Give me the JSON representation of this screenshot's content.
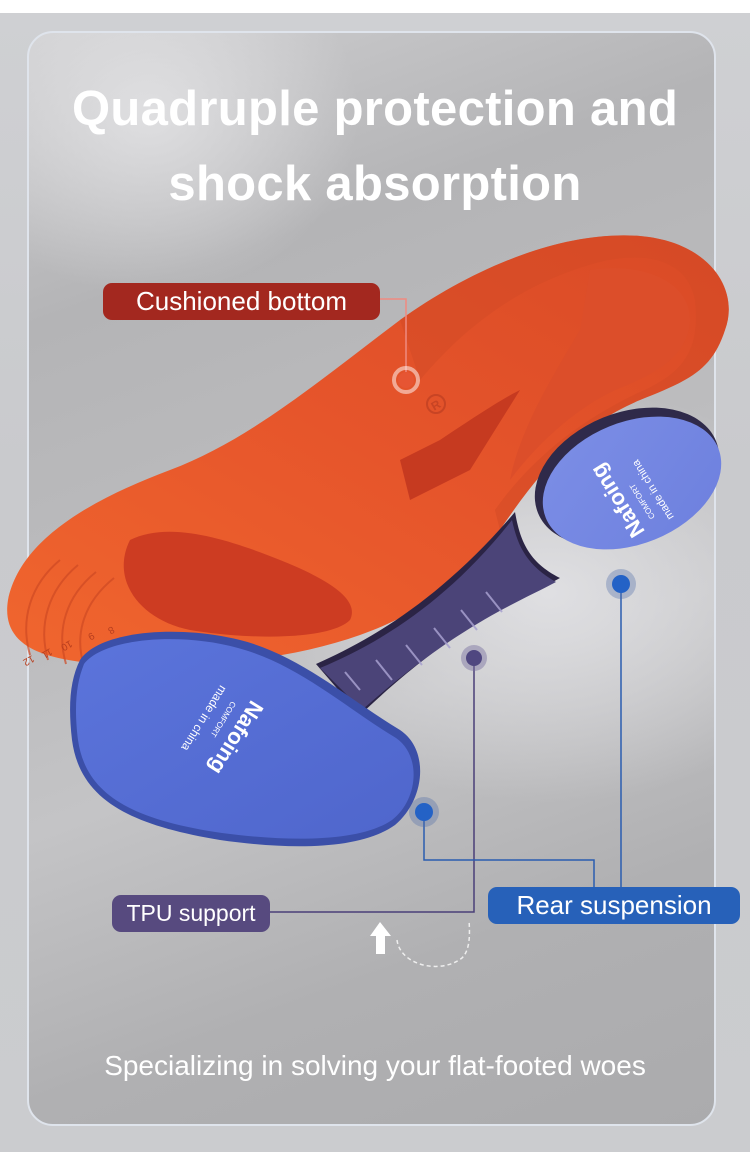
{
  "headline": {
    "line1": "Quadruple protection and",
    "line2": "shock absorption"
  },
  "callouts": {
    "cushioned_bottom": "Cushioned bottom",
    "tpu_support": "TPU support",
    "rear_suspension": "Rear suspension"
  },
  "product": {
    "brand": "Nafoing",
    "registered_mark": "®",
    "sub_brand": "COMFORT",
    "origin": "made in china",
    "insole_logo": "R",
    "size_marks": [
      "12",
      "11",
      "10",
      "9",
      "8"
    ]
  },
  "footer": {
    "tagline": "Specializing in solving your flat-footed woes"
  },
  "colors": {
    "cushion_label": "#a3281f",
    "tpu_label": "#574a7f",
    "rear_label": "#2761b9",
    "insole_orange": "#e4542b",
    "pad_blue": "#5a70d4",
    "tpu_purple": "#4a4275"
  }
}
